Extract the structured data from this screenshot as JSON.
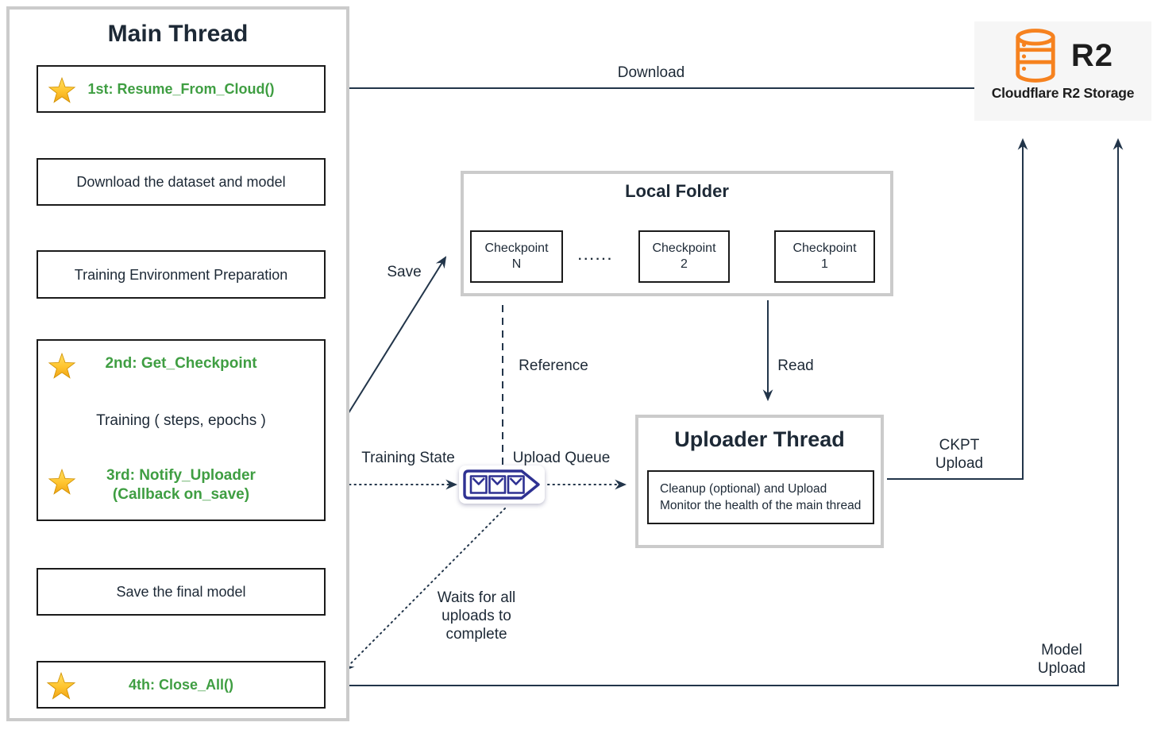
{
  "colors": {
    "ink": "#1d2936",
    "ink_line": "#22354a",
    "ink_dark": "#141f2c",
    "accent_green": "#3f9e42",
    "queue_indigo": "#2e3192",
    "r2_orange": "#f6821f",
    "border_gray": "#cbcbcb",
    "box_border": "#1b1b1b",
    "star_gold": "#ffc42e",
    "r2_bg": "#f6f6f6"
  },
  "main_thread": {
    "title": "Main Thread",
    "steps": {
      "resume": "1st: Resume_From_Cloud()",
      "download": "Download the dataset and model",
      "env_prep": "Training Environment Preparation",
      "get_checkpoint": "2nd: Get_Checkpoint",
      "training": "Training ( steps, epochs )",
      "notify_line1": "3rd: Notify_Uploader",
      "notify_line2": "(Callback on_save)",
      "save_final": "Save the final model",
      "close_all": "4th: Close_All()"
    }
  },
  "local_folder": {
    "title": "Local Folder",
    "checkpoint_n_line1": "Checkpoint",
    "checkpoint_n_line2": "N",
    "dots": "......",
    "checkpoint_2_line1": "Checkpoint",
    "checkpoint_2_line2": "2",
    "checkpoint_1_line1": "Checkpoint",
    "checkpoint_1_line2": "1"
  },
  "uploader_thread": {
    "title": "Uploader Thread",
    "task_line1": "Cleanup (optional) and Upload",
    "task_line2": "Monitor the health of the main thread"
  },
  "r2": {
    "logo_text": "R2",
    "caption": "Cloudflare R2 Storage"
  },
  "edges": {
    "download": "Download",
    "save": "Save",
    "reference": "Reference",
    "training_state": "Training State",
    "upload_queue": "Upload Queue",
    "read": "Read",
    "ckpt_upload_line1": "CKPT",
    "ckpt_upload_line2": "Upload",
    "model_upload_line1": "Model",
    "model_upload_line2": "Upload",
    "waits_line1": "Waits for all",
    "waits_line2": "uploads to",
    "waits_line3": "complete"
  }
}
